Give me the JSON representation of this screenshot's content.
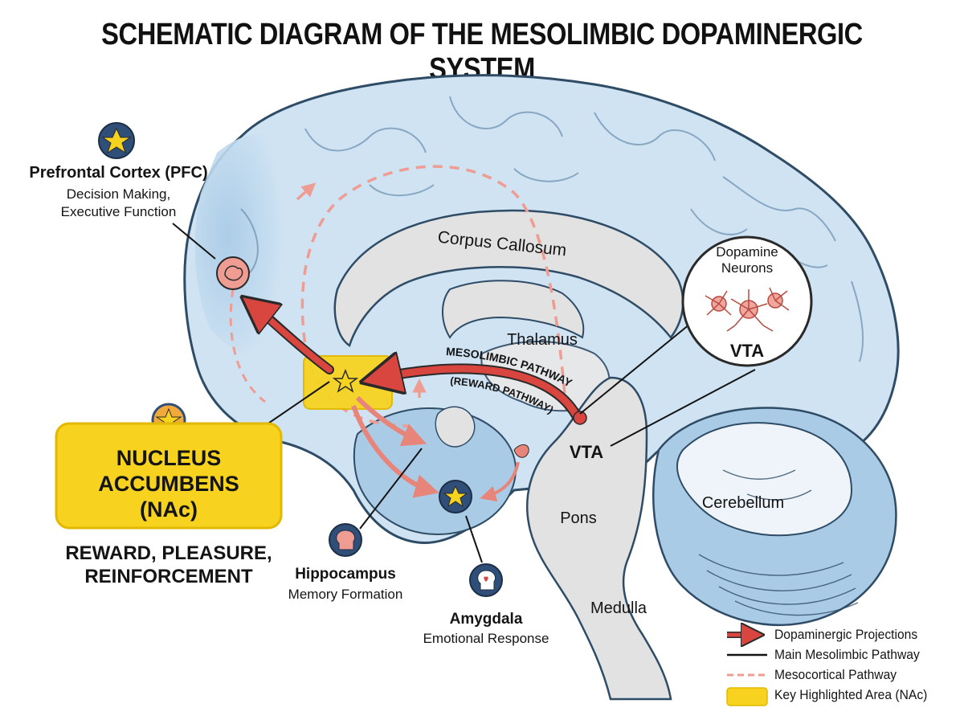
{
  "title": "SCHEMATIC DIAGRAM OF THE MESOLIMBIC DOPAMINERGIC SYSTEM",
  "regions": {
    "corpus_callosum": "Corpus Callosum",
    "thalamus": "Thalamus",
    "pons": "Pons",
    "medulla": "Medulla",
    "cerebellum": "Cerebellum",
    "vta": "VTA"
  },
  "pfc": {
    "name": "Prefrontal Cortex (PFC)",
    "desc_line1": "Decision Making,",
    "desc_line2": "Executive Function"
  },
  "nac": {
    "line1": "NUCLEUS",
    "line2": "ACCUMBENS",
    "line3": "(NAc)",
    "role_line1": "REWARD, PLEASURE,",
    "role_line2": "REINFORCEMENT"
  },
  "hippocampus": {
    "name": "Hippocampus",
    "desc": "Memory Formation"
  },
  "amygdala": {
    "name": "Amygdala",
    "desc": "Emotional Response"
  },
  "pathway": {
    "line1": "MESOLIMBIC PATHWAY",
    "line2": "(REWARD PATHWAY)"
  },
  "inset": {
    "line1": "Dopamine",
    "line2": "Neurons",
    "label": "VTA"
  },
  "legend": [
    {
      "icon": "red-arrow",
      "label": "Dopaminergic Projections"
    },
    {
      "icon": "black-line",
      "label": "Main Mesolimbic Pathway"
    },
    {
      "icon": "dashed-pink-line",
      "label": "Mesocortical Pathway"
    },
    {
      "icon": "yellow-box",
      "label": "Key Highlighted Area (NAc)"
    }
  ],
  "colors": {
    "brain_fill": "#cfe3f3",
    "brain_outline": "#2f4c66",
    "deep_region": "#a9cbe6",
    "gray_structure": "#e2e2e2",
    "pathway_red": "#d8463f",
    "dashed_pink": "#ef9c92",
    "highlight_yellow": "#f7d320",
    "icon_navy": "#2f4f78"
  }
}
